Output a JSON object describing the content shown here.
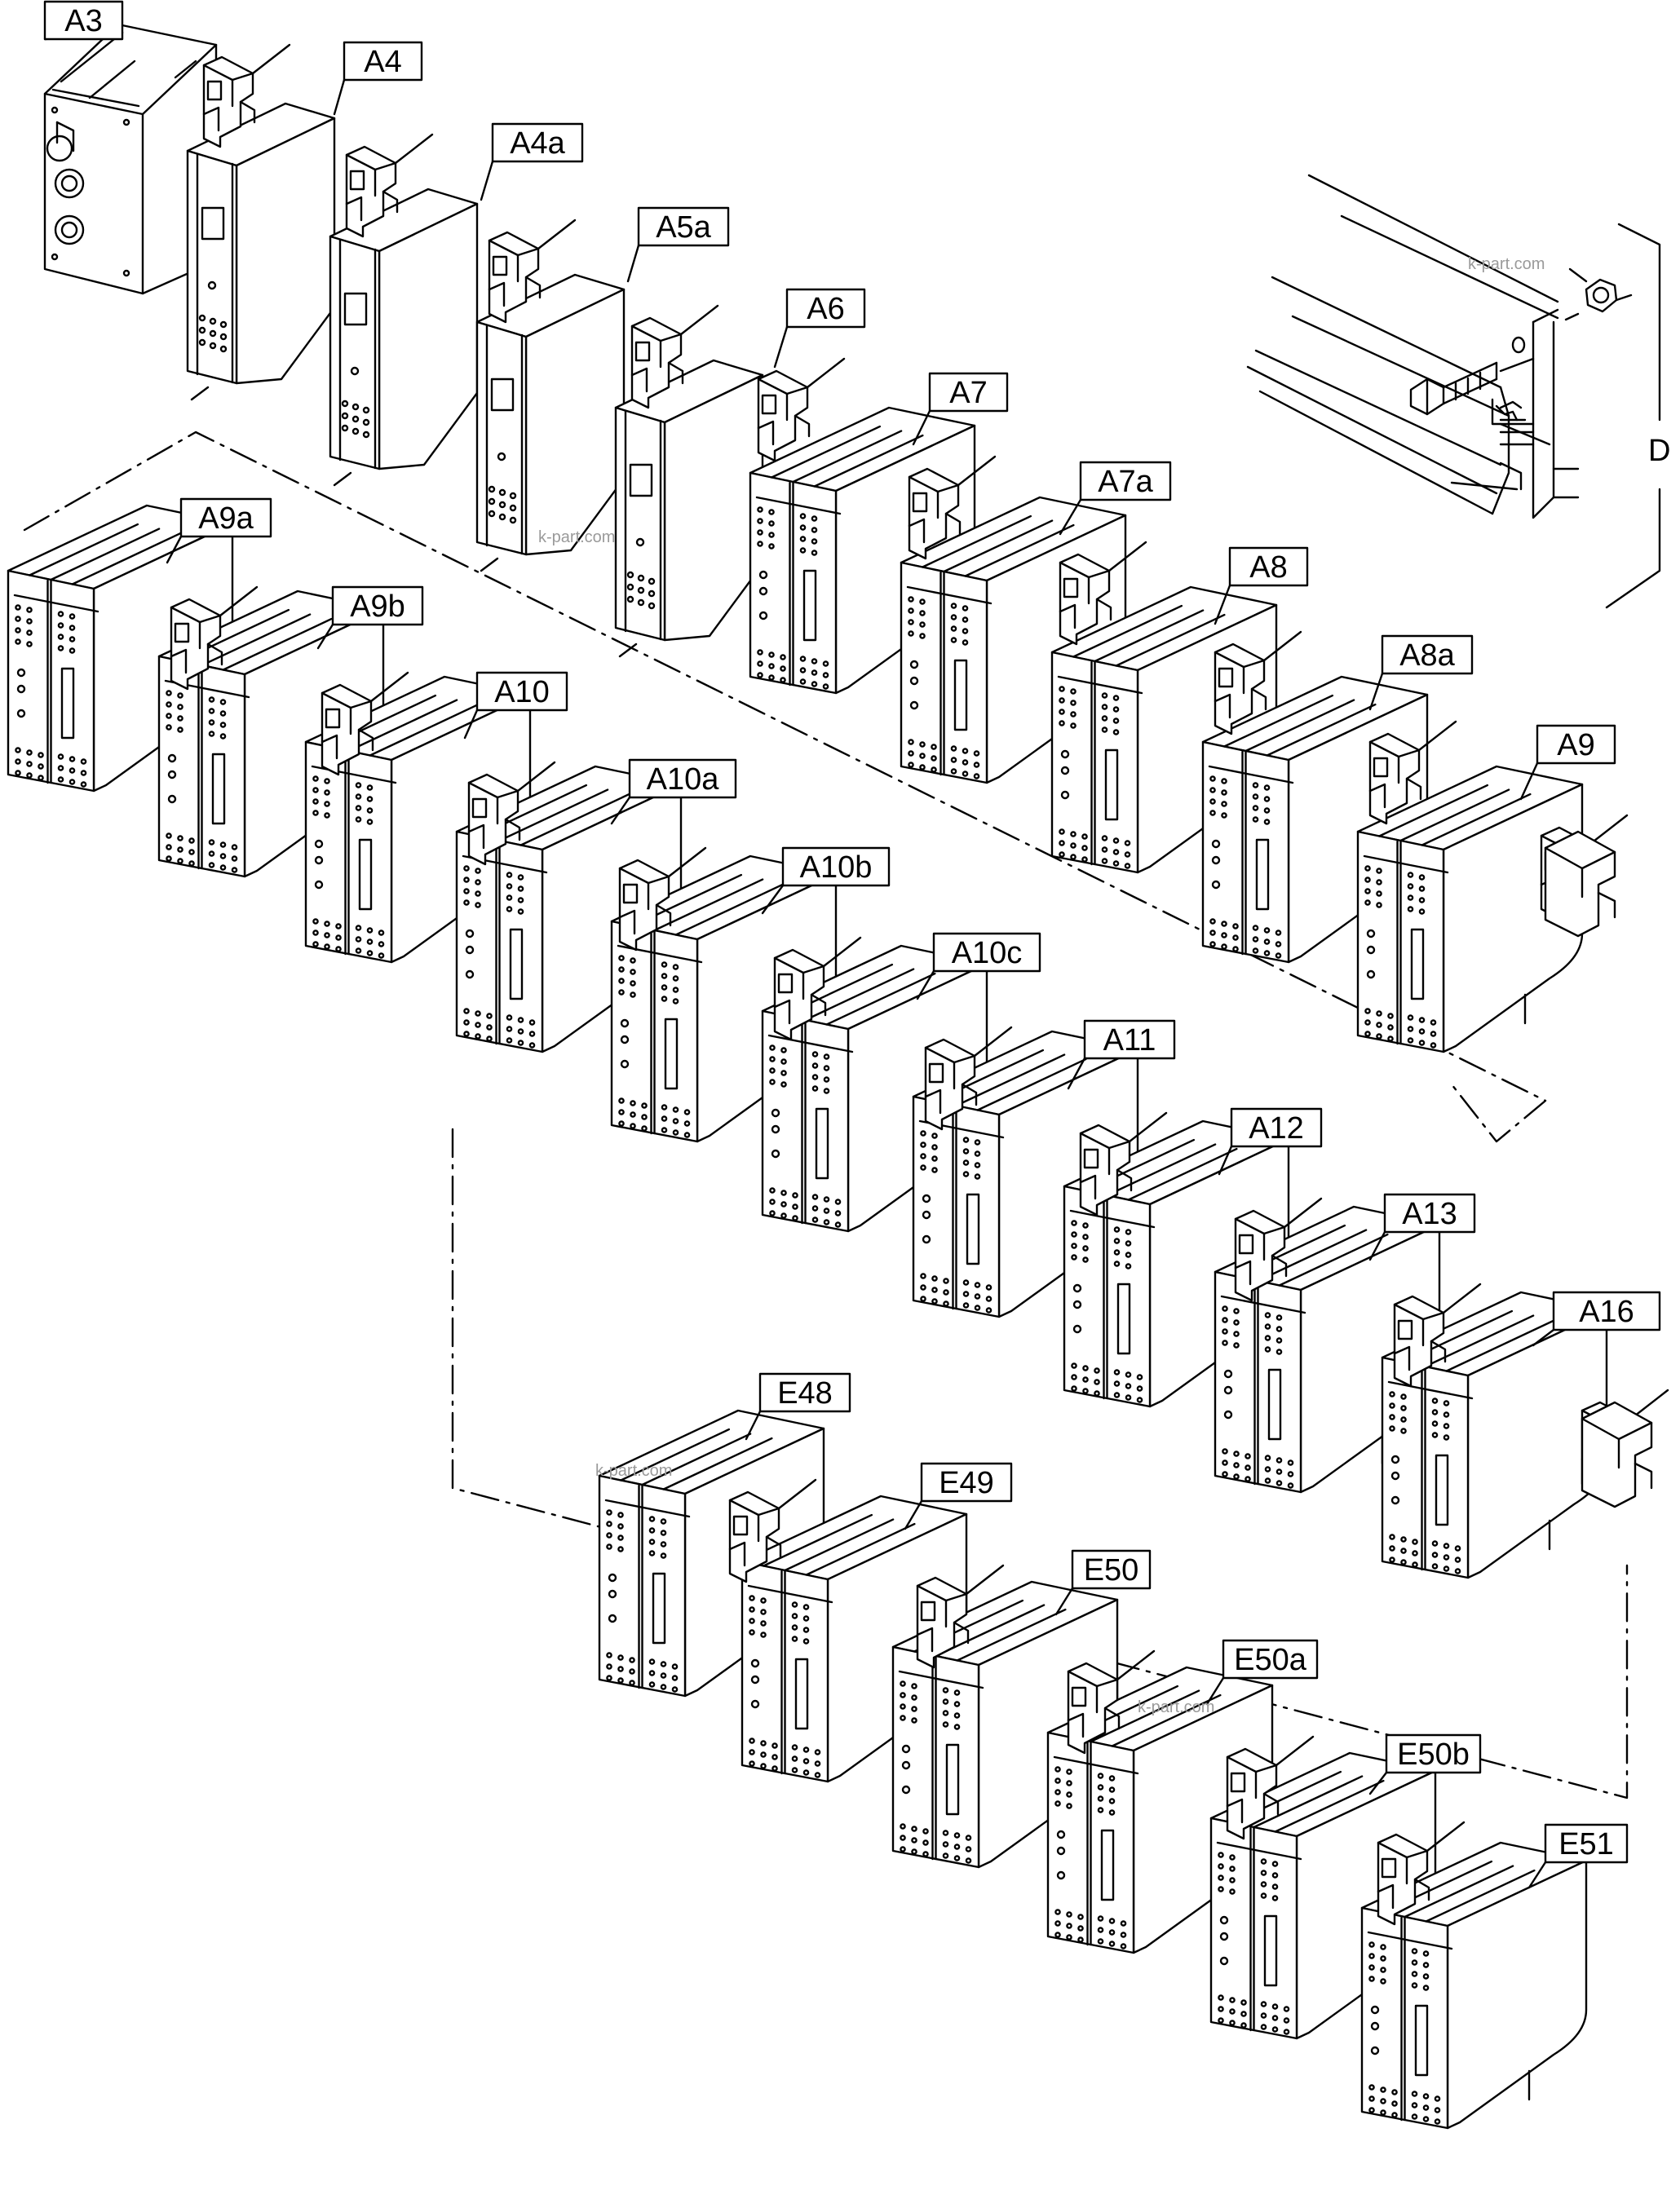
{
  "diagram": {
    "colors": {
      "line": "#000000",
      "background": "#ffffff",
      "watermark": "#9a9a9a"
    },
    "labels": {
      "A3": "A3",
      "A4": "A4",
      "A4a": "A4a",
      "A5a": "A5a",
      "A6": "A6",
      "A7": "A7",
      "A7a": "A7a",
      "A8": "A8",
      "A8a": "A8a",
      "A9": "A9",
      "A9a": "A9a",
      "A9b": "A9b",
      "A10": "A10",
      "A10a": "A10a",
      "A10b": "A10b",
      "A10c": "A10c",
      "A11": "A11",
      "A12": "A12",
      "A13": "A13",
      "A16": "A16",
      "E48": "E48",
      "E49": "E49",
      "E50": "E50",
      "E50a": "E50a",
      "E50b": "E50b",
      "E51": "E51",
      "D": "D"
    },
    "watermark": "k-part.com"
  }
}
